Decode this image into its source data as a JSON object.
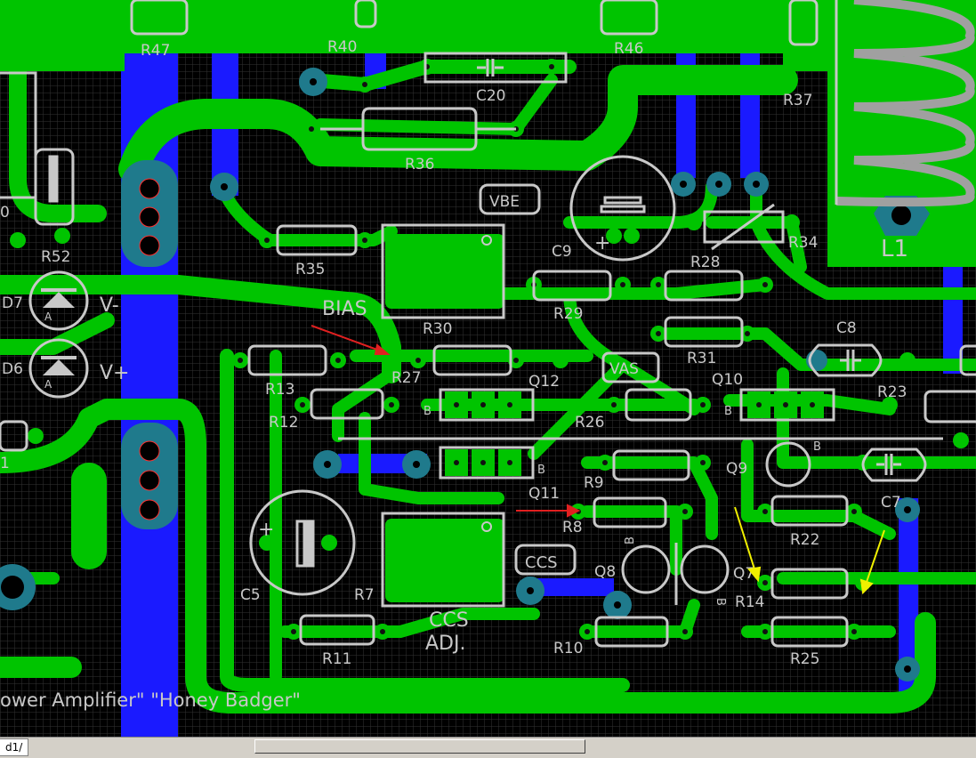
{
  "colors": {
    "board": "#000000",
    "grid": "#3a3a3a",
    "copper_top": "#00c400",
    "copper_bottom": "#1a1aff",
    "silkscreen": "#c8c8c8",
    "via": "#1f7a8c",
    "pad_hole": "#000000",
    "arrow_red": "#e02020",
    "arrow_yellow": "#f0f000"
  },
  "sheet_tab": "d1/",
  "board_text": "ower Amplifier\"  \"Honey Badger\"",
  "labels": {
    "R47": "R47",
    "R40": "R40",
    "R46": "R46",
    "R37": "R37",
    "C20": "C20",
    "R36": "R36",
    "VBE": "VBE",
    "C9": "C9",
    "R34": "R34",
    "L1": "L1",
    "R52": "R52",
    "R35": "R35",
    "R28": "R28",
    "D7": "D7",
    "V_minus": "V-",
    "BIAS": "BIAS",
    "R30": "R30",
    "R29": "R29",
    "D6": "D6",
    "V_plus": "V+",
    "R13": "R13",
    "R27": "R27",
    "VAS": "VAS",
    "R31": "R31",
    "C8": "C8",
    "Q12": "Q12",
    "Q10": "Q10",
    "R23": "R23",
    "R12": "R12",
    "B1": "B",
    "R26": "R26",
    "B2": "B",
    "Q9": "Q9",
    "B3": "B",
    "R9": "R9",
    "B4": "B",
    "C7": "C7",
    "Q11": "Q11",
    "R8": "R8",
    "R22": "R22",
    "CCS": "CCS",
    "Q8": "Q8",
    "B5": "B",
    "Q7": "Q7",
    "B6": "B",
    "R14": "R14",
    "C5": "C5",
    "R7": "R7",
    "CCS_ADJ_1": "CCS",
    "CCS_ADJ_2": "ADJ.",
    "R11": "R11",
    "R10": "R10",
    "R25": "R25",
    "edge_0": "0",
    "edge_1": "1",
    "A1": "A",
    "A2": "A",
    "plus1": "+",
    "plus2": "+"
  }
}
